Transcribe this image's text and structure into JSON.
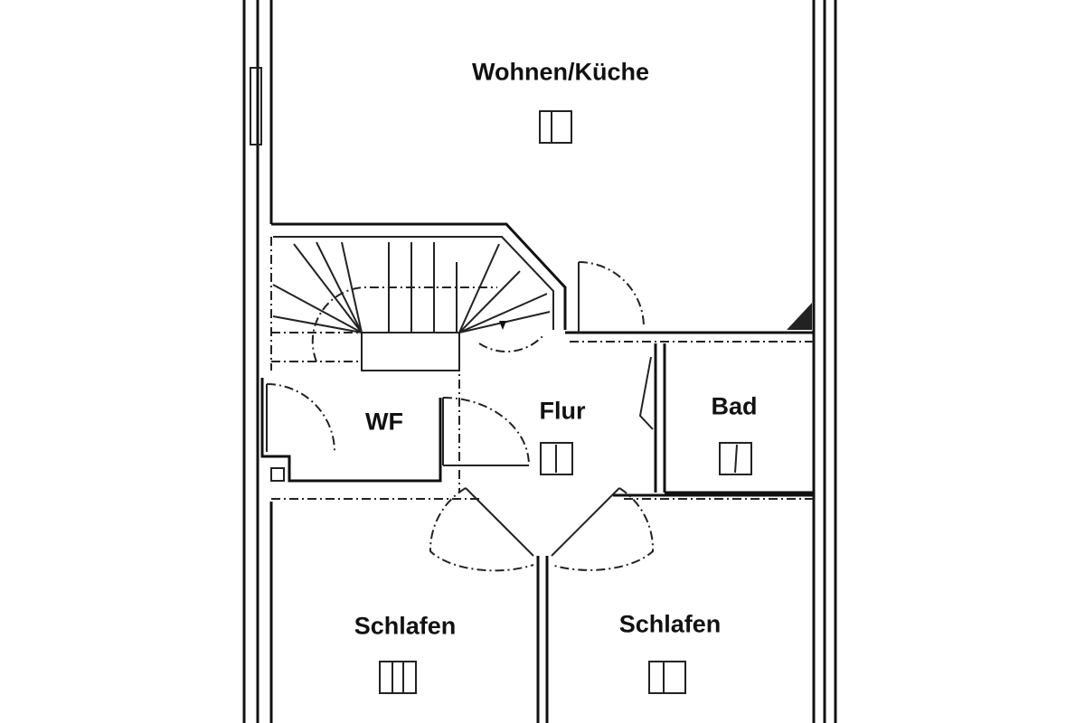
{
  "rooms": {
    "wohnen_kueche": "Wohnen/Küche",
    "wf": "WF",
    "flur": "Flur",
    "bad": "Bad",
    "schlafen_left": "Schlafen",
    "schlafen_right": "Schlafen"
  },
  "colors": {
    "line": "#111111",
    "background": "#ffffff"
  }
}
